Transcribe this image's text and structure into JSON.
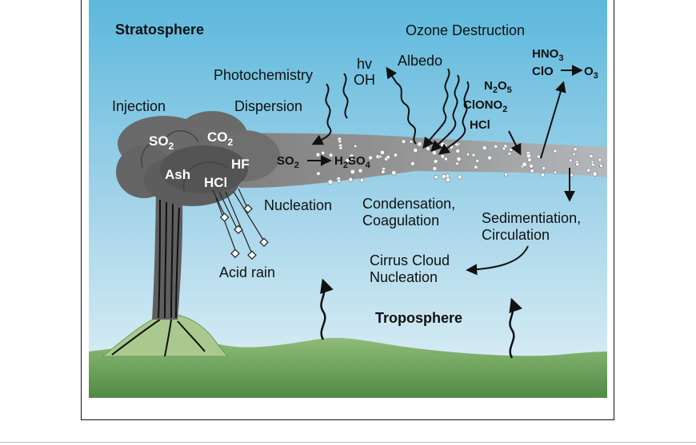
{
  "labels": {
    "stratosphere": "Stratosphere",
    "troposphere": "Troposphere",
    "ozone_destruction": "Ozone Destruction",
    "photochemistry": "Photochemistry",
    "hv": "hv",
    "oh": "OH",
    "albedo": "Albedo",
    "injection": "Injection",
    "dispersion": "Dispersion",
    "nucleation": "Nucleation",
    "condensation": "Condensation,",
    "coagulation": "Coagulation",
    "sedimentation": "Sedimentiation,",
    "circulation": "Circulation",
    "cirrus_cloud": "Cirrus Cloud",
    "cirrus_nucleation": "Nucleation",
    "acid_rain": "Acid rain"
  },
  "cloud_species": {
    "so2": "SO",
    "so2_sub": "2",
    "co2": "CO",
    "co2_sub": "2",
    "ash": "Ash",
    "hf": "HF",
    "hcl": "HCl"
  },
  "reactions": {
    "so2_base": "SO",
    "so2_sub": "2",
    "h2so4_h": "H",
    "h2so4_sub1": "2",
    "h2so4_so": "SO",
    "h2so4_sub2": "4",
    "n2o5_n": "N",
    "n2o5_sub1": "2",
    "n2o5_o": "O",
    "n2o5_sub2": "5",
    "clono2": "ClONO",
    "clono2_sub": "2",
    "hcl": "HCl",
    "hno3": "HNO",
    "hno3_sub": "3",
    "clo": "ClO",
    "o3": "O",
    "o3_sub": "3"
  },
  "colors": {
    "sky_top": "#5cb8dc",
    "sky_bottom": "#d8ecf3",
    "plume": "#9a9a9a",
    "ash_cloud": "#5f5f5f",
    "ground": "#6a9e57",
    "volcano": "#a9c98e"
  }
}
